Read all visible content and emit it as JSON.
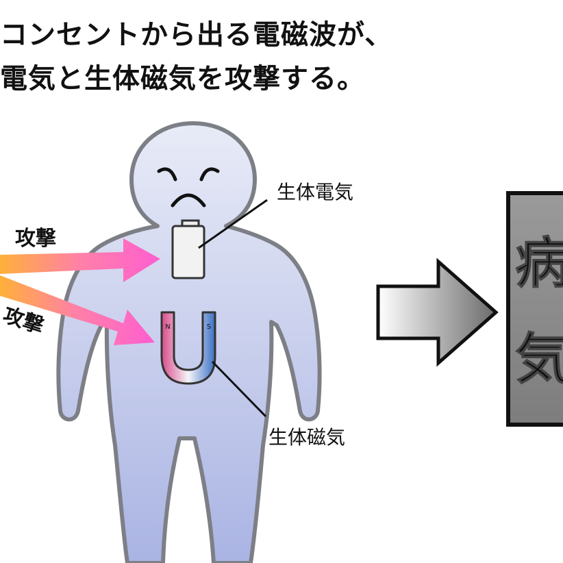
{
  "headline": {
    "line1": "コンセントから出る電磁波が、",
    "line2": "電気と生体磁気を攻撃する。"
  },
  "labels": {
    "bio_electric": "生体電気",
    "bio_magnetic": "生体磁気",
    "attack_upper": "攻撃",
    "attack_lower": "攻撃",
    "magnet_n": "N",
    "magnet_s": "S",
    "result_char1": "病",
    "result_char2": "気"
  },
  "colors": {
    "body_fill_top": "#e8ebf7",
    "body_fill_bottom": "#aab4e3",
    "body_outline": "#7d7f86",
    "arrow_start": "#ffb03a",
    "arrow_end": "#ff5fd0",
    "result_box": "#8a8a8a",
    "magnet_n": "#d84c8a",
    "magnet_s": "#3a6fc4"
  }
}
